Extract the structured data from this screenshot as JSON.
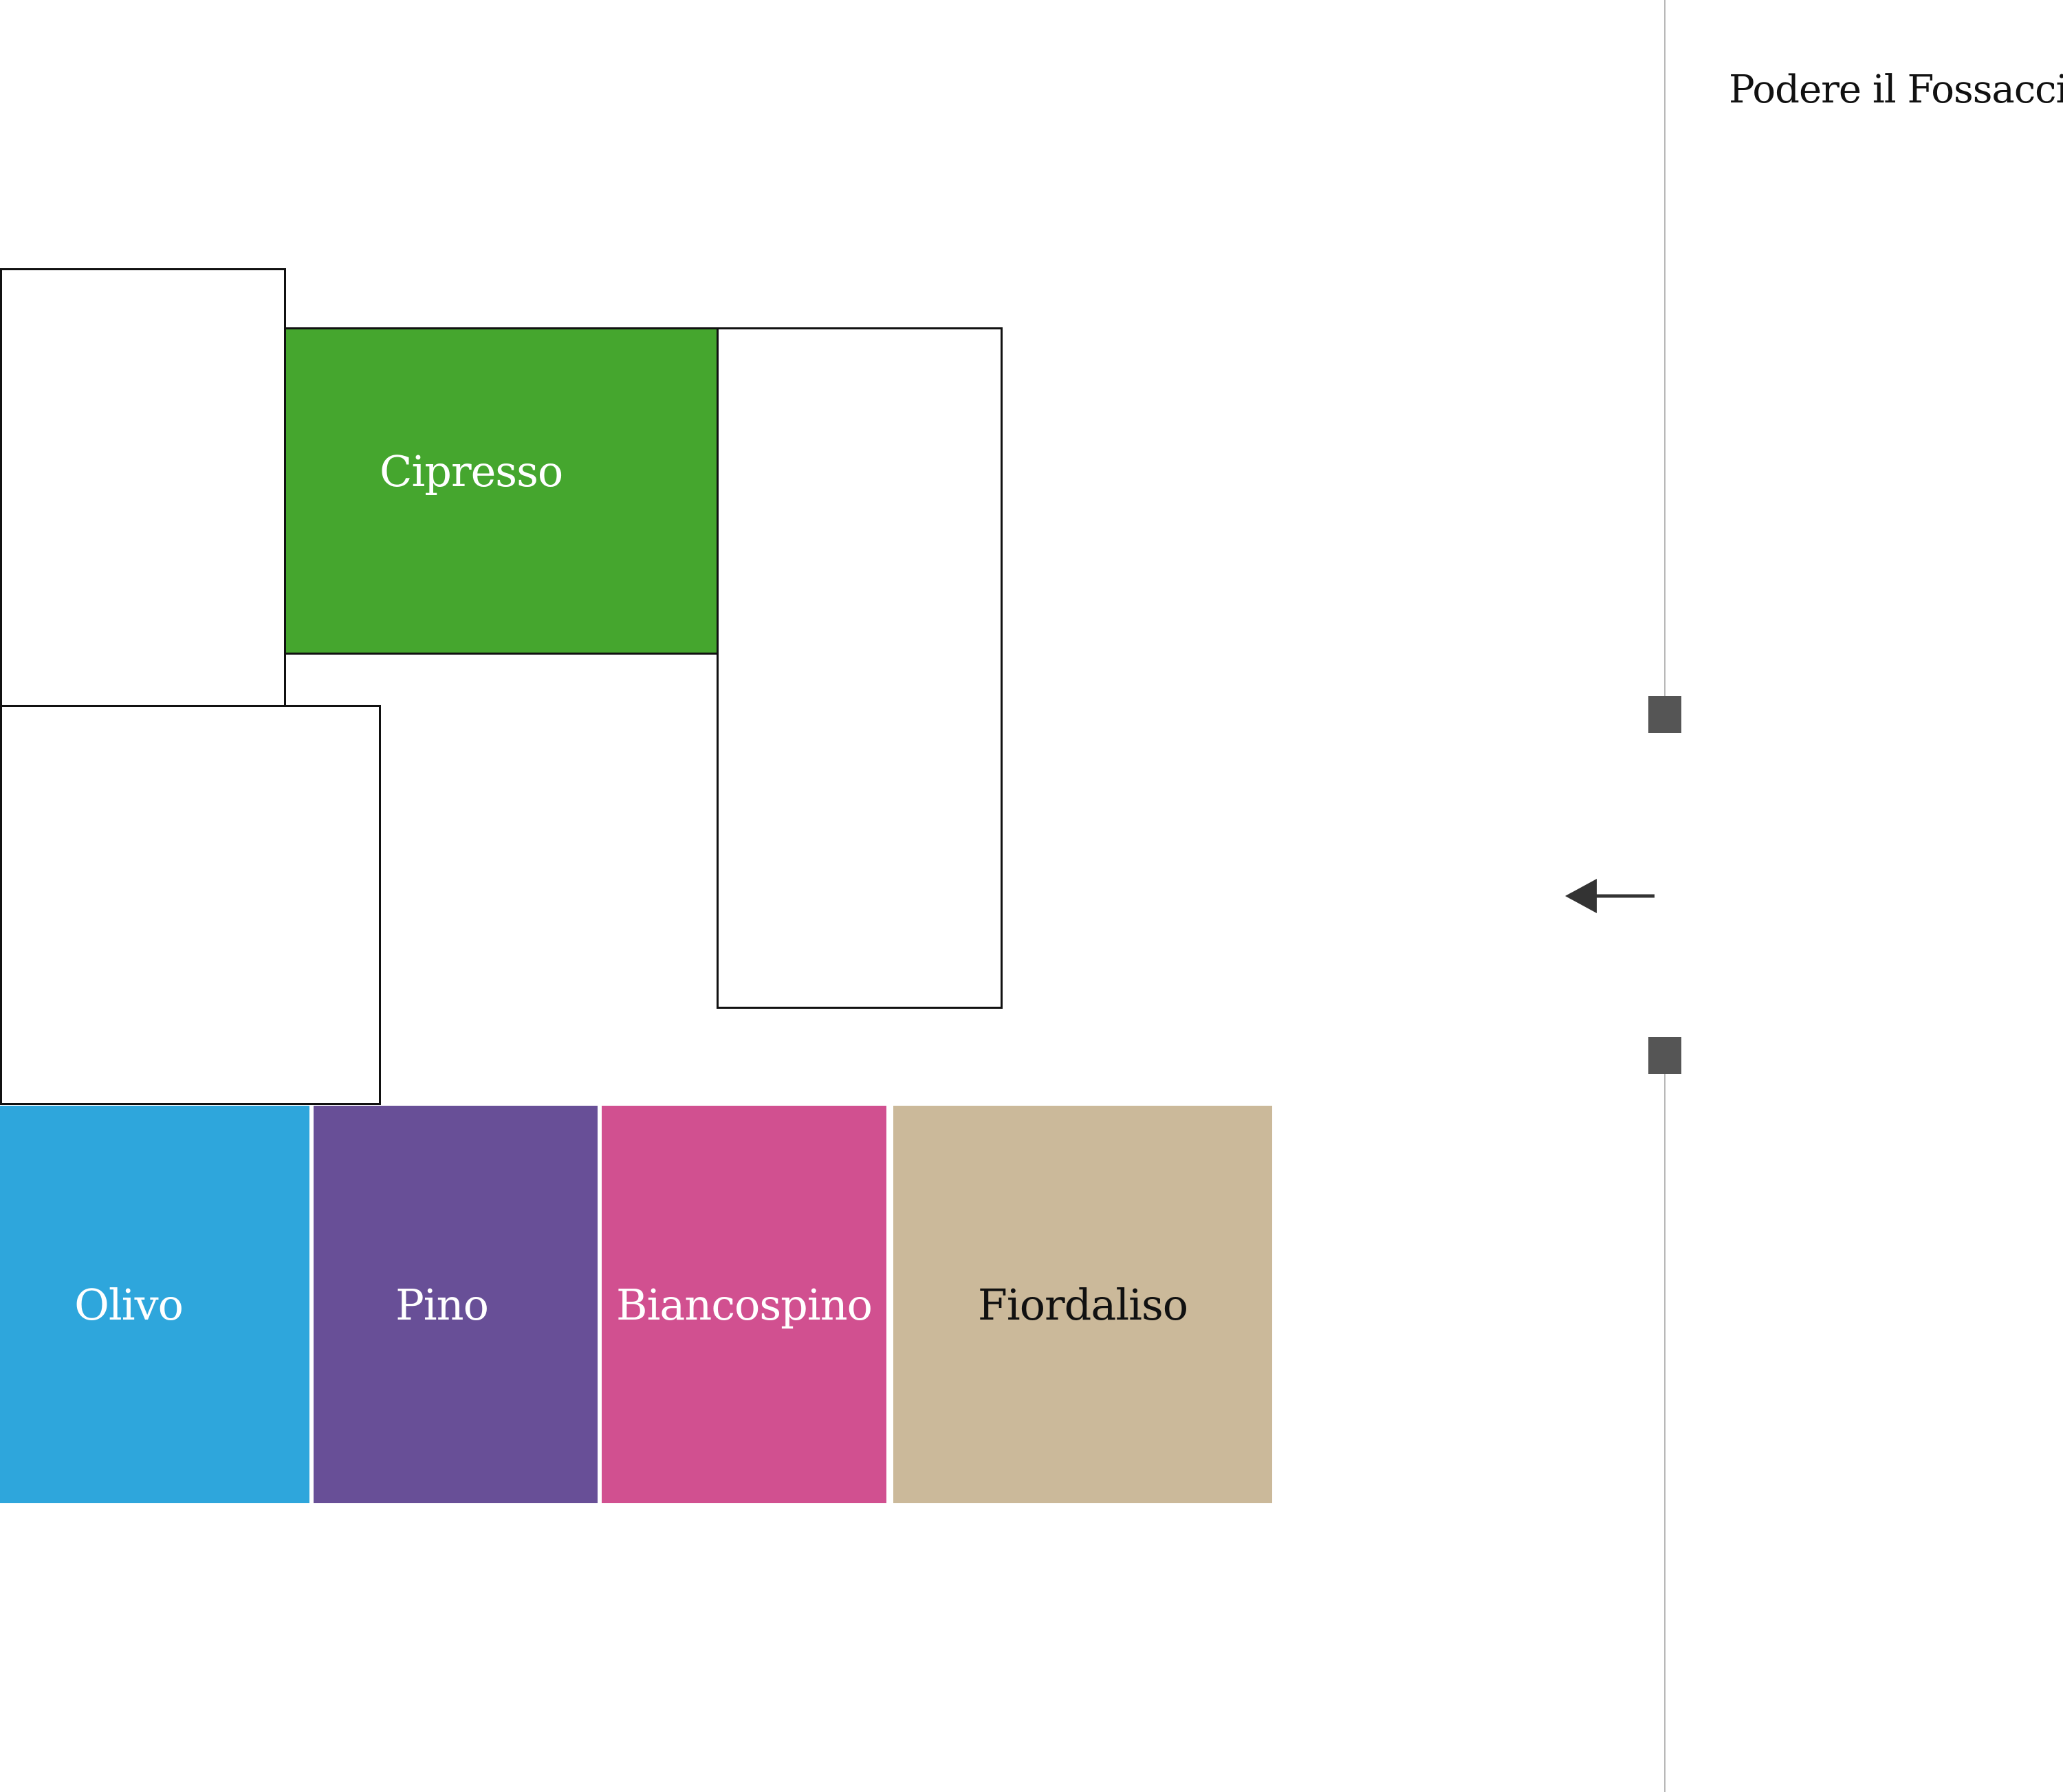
{
  "property": {
    "name": "Podere il Fossaccio"
  },
  "units": [
    {
      "label": "Cipresso",
      "color": "#45a62e",
      "text_color": "#ffffff"
    },
    {
      "label": "Olivo",
      "color": "#2ea6dc",
      "text_color": "#ffffff"
    },
    {
      "label": "Pino",
      "color": "#684f97",
      "text_color": "#ffffff"
    },
    {
      "label": "Biancospino",
      "color": "#d15090",
      "text_color": "#ffffff"
    },
    {
      "label": "Fiordaliso",
      "color": "#cbb99a",
      "text_color": "#111111"
    }
  ],
  "map": {
    "outline_color": "#111111",
    "road_color": "#b8b8b8",
    "marker_color": "#555555",
    "entrance_icon": "arrow-left-icon"
  }
}
